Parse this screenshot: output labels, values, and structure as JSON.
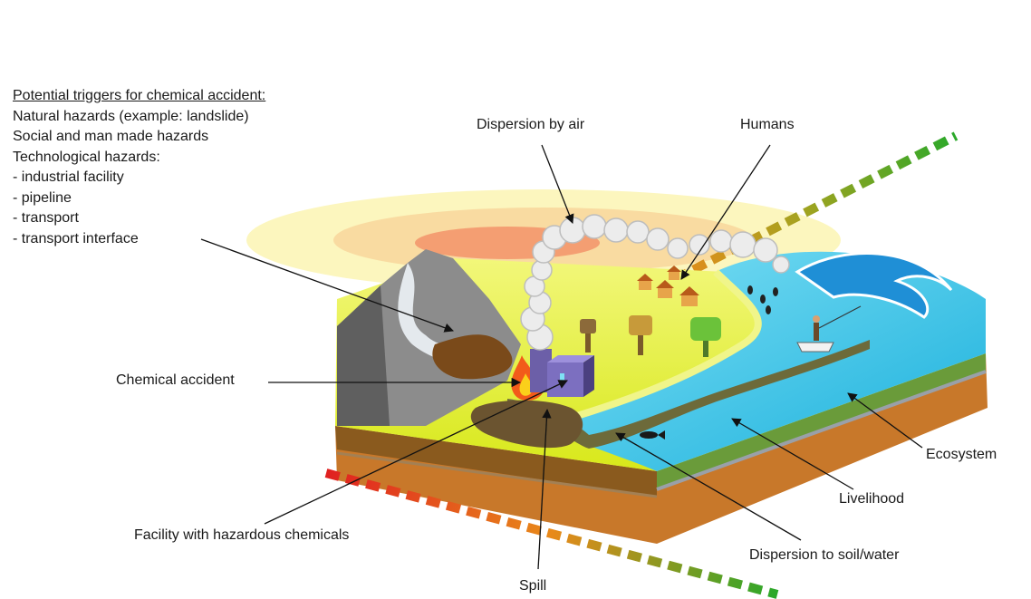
{
  "triggers": {
    "heading": "Potential triggers for chemical accident:",
    "lines": [
      "Natural hazards (example: landslide)",
      "Social and man made hazards",
      "Technological hazards:",
      "- industrial facility",
      "- pipeline",
      "- transport",
      "- transport interface"
    ]
  },
  "labels": {
    "dispersion_air": "Dispersion by air",
    "humans": "Humans",
    "chemical_accident": "Chemical accident",
    "ecosystem": "Ecosystem",
    "livelihood": "Livelihood",
    "facility": "Facility with hazardous chemicals",
    "dispersion_soil": "Dispersion to soil/water",
    "spill": "Spill"
  },
  "colors": {
    "scale_low": "#2aa82a",
    "scale_mid": "#e88a1a",
    "scale_high": "#e02020",
    "land": "#e4ef2a",
    "water": "#33c6e8",
    "soil": "#c8782a",
    "hazard_zone": "#f6a06a"
  }
}
